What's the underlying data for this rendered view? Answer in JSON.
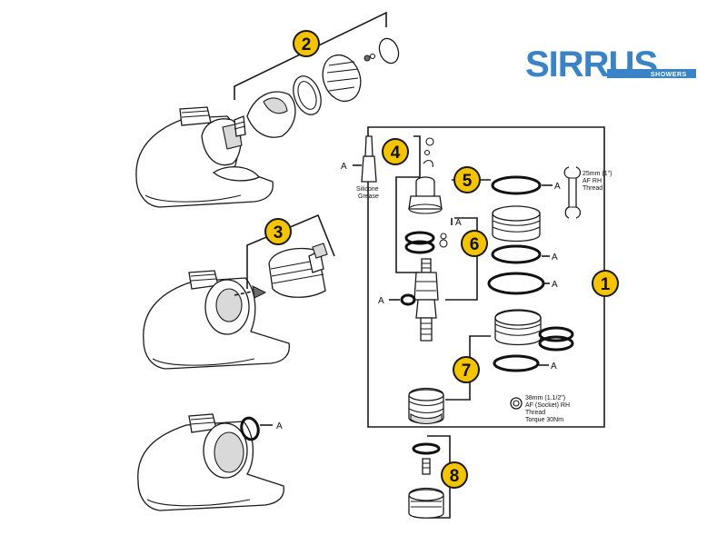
{
  "logo": {
    "brand": "SIRRUS",
    "sub": "SHOWERS",
    "color": "#3a83c6"
  },
  "badges": [
    {
      "id": 1,
      "label": "1"
    },
    {
      "id": 2,
      "label": "2"
    },
    {
      "id": 3,
      "label": "3"
    },
    {
      "id": 4,
      "label": "4"
    },
    {
      "id": 5,
      "label": "5"
    },
    {
      "id": 6,
      "label": "6"
    },
    {
      "id": 7,
      "label": "7"
    },
    {
      "id": 8,
      "label": "8"
    }
  ],
  "badge_color": "#f5c400",
  "seal_marker": "A",
  "notes": {
    "grease_line1": "Silicone",
    "grease_line2": "Grease",
    "spanner_line1": "25mm (1\")",
    "spanner_line2": "AF RH",
    "spanner_line3": "Thread",
    "socket_line1": "38mm (1.1/2\")",
    "socket_line2": "AF (Socket) RH",
    "socket_line3": "Thread",
    "socket_line4": "Torque 30Nm"
  }
}
